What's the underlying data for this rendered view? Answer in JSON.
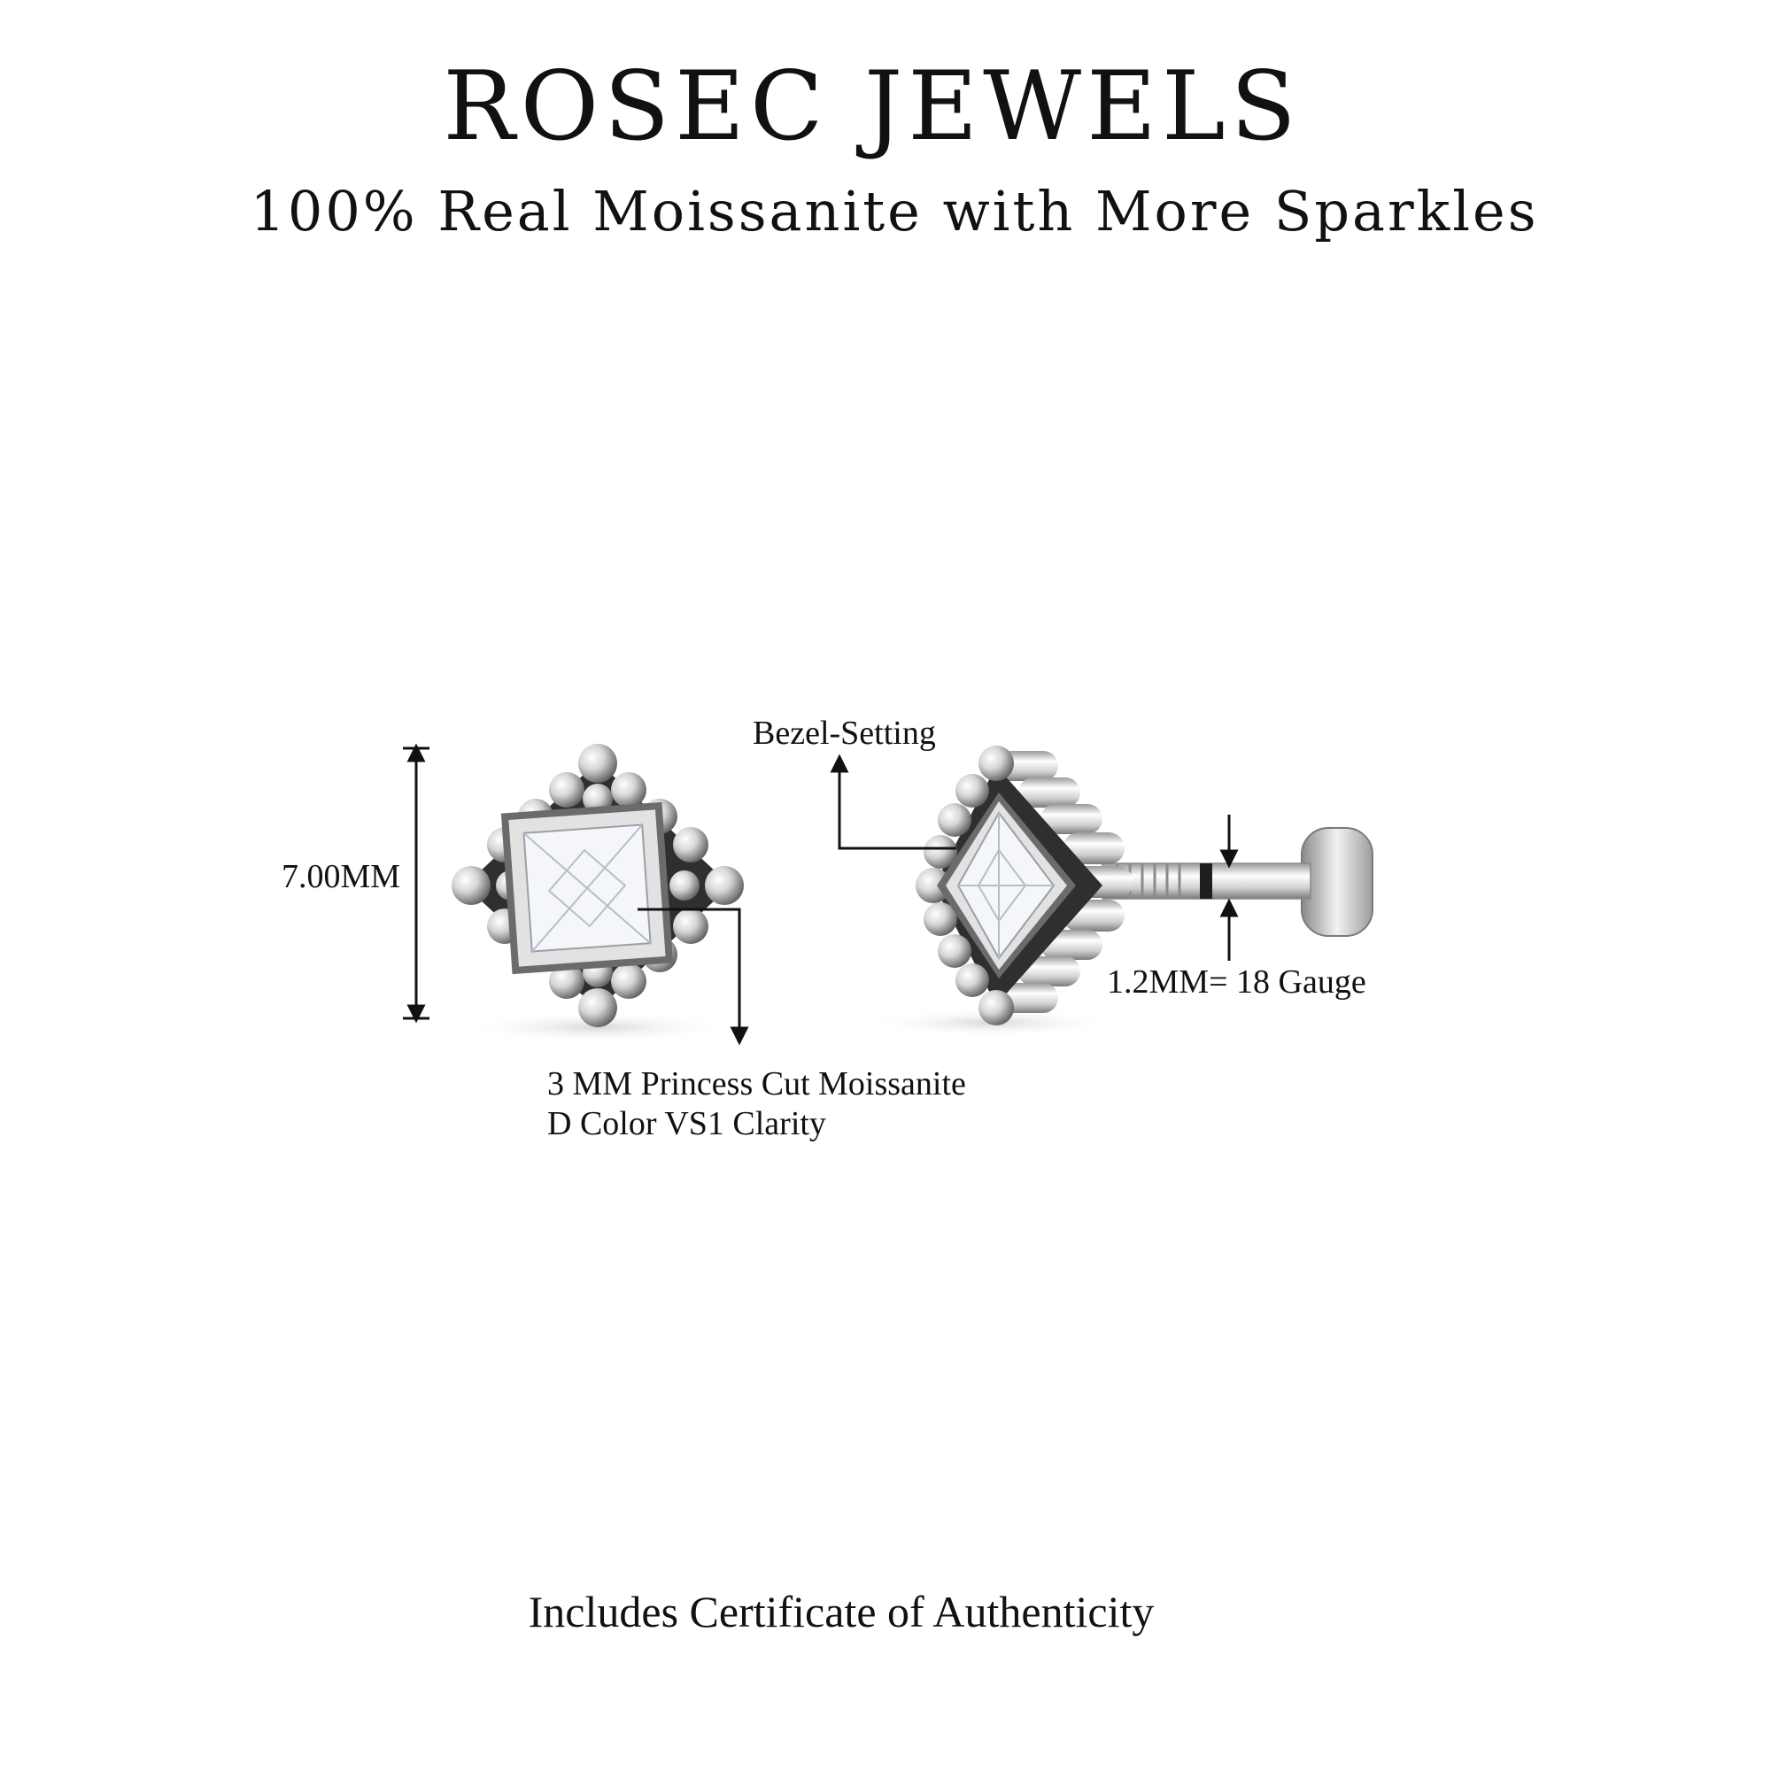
{
  "header": {
    "brand": "ROSEC JEWELS",
    "tagline": "100% Real Moissanite with More Sparkles"
  },
  "annotations": {
    "height": "7.00MM",
    "setting": "Bezel-Setting",
    "gauge": "1.2MM= 18 Gauge",
    "stone_line1": "3 MM Princess Cut Moissanite",
    "stone_line2": "D Color VS1 Clarity"
  },
  "footer": {
    "certificate": "Includes Certificate of Authenticity"
  },
  "colors": {
    "metal": "#d9d9d9",
    "metal_dark": "#6b6b6b",
    "stone": "#f4f6fa",
    "line": "#111111"
  }
}
